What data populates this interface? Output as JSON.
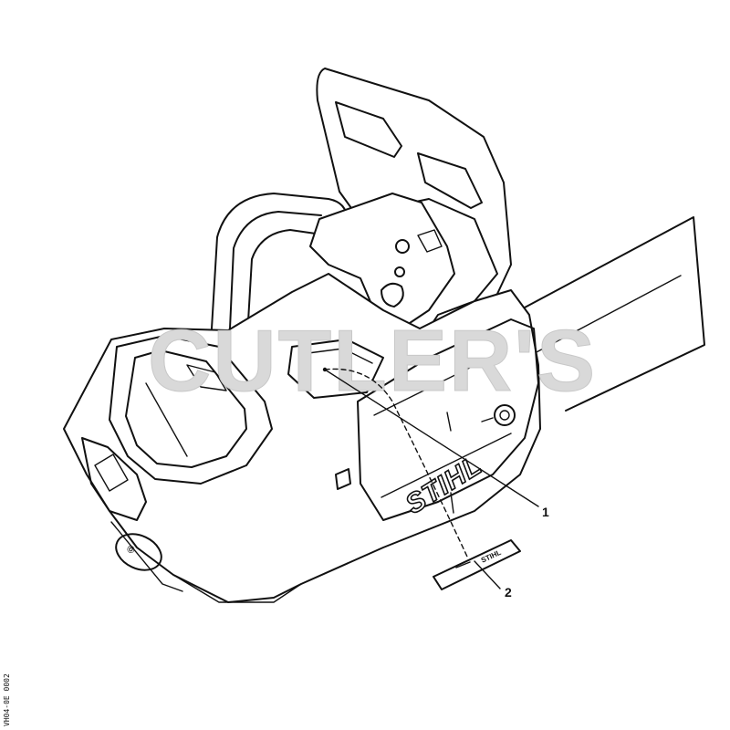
{
  "watermark": {
    "text": "CUTLER'S"
  },
  "brand": {
    "logo_text": "STIHL"
  },
  "callouts": [
    {
      "number": "1",
      "part": "sticker-on-housing"
    },
    {
      "number": "2",
      "part": "label"
    }
  ],
  "reference": {
    "code": "VH04-0E 0002"
  }
}
